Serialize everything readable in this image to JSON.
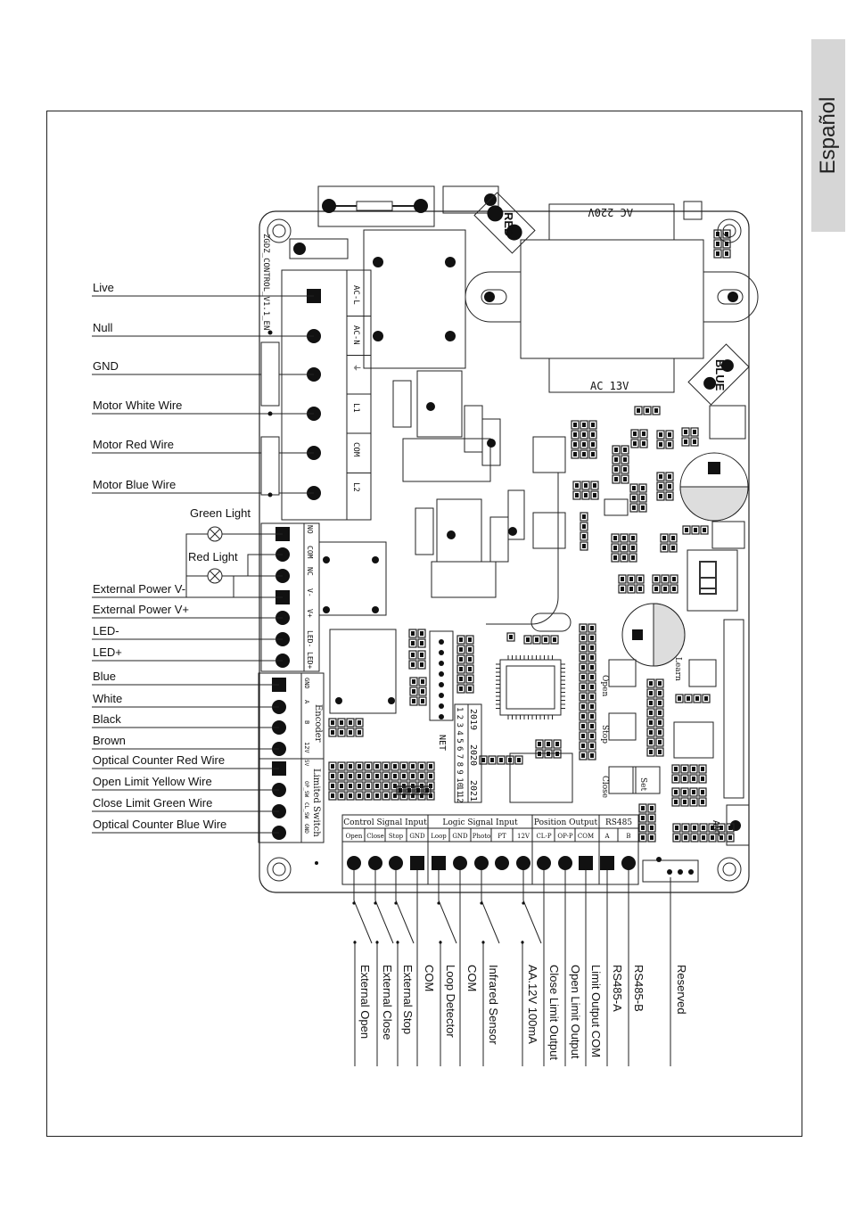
{
  "language_tab": "Español",
  "board": {
    "model": "ZGDZ_CONTROL_V1.1_EN",
    "transformer_primary": "AC 220V",
    "transformer_secondary": "AC 13V",
    "connector_red": "RED",
    "connector_blue": "BLUE",
    "ant": "ANT",
    "net": "NET"
  },
  "power_terminals": [
    "AC-L",
    "AC-N",
    "⏚",
    "L1",
    "COM",
    "L2"
  ],
  "light_terminals": [
    "NO",
    "COM",
    "NC",
    "V-",
    "V+",
    "LED-",
    "LED+"
  ],
  "encoder": {
    "title": "Encoder",
    "pins": [
      "GND",
      "A",
      "B",
      "12V"
    ]
  },
  "limit_switch": {
    "title": "Limited Switch",
    "pins": [
      "5V",
      "OP_SW",
      "CL_SW",
      "GND"
    ]
  },
  "dip": {
    "numbers": [
      "1",
      "2",
      "3",
      "4",
      "5",
      "6",
      "7",
      "8",
      "9",
      "10",
      "11",
      "12"
    ],
    "years": [
      "2019",
      "2020",
      "2021"
    ]
  },
  "buttons": [
    "Open",
    "Stop",
    "Close",
    "Learn",
    "Set"
  ],
  "left_labels": {
    "power": [
      "Live",
      "Null",
      "GND",
      "Motor White Wire",
      "Motor Red Wire",
      "Motor Blue Wire"
    ],
    "green_light": "Green Light",
    "red_light": "Red Light",
    "lights": [
      "External Power V-",
      "External Power V+",
      "LED-",
      "LED+"
    ],
    "encoder": [
      "Blue",
      "White",
      "Black",
      "Brown"
    ],
    "limit": [
      "Optical Counter Red Wire",
      "Open Limit Yellow Wire",
      "Close Limit Green Wire",
      "Optical Counter Blue Wire"
    ]
  },
  "bottom_groups": [
    {
      "title": "Control Signal Input",
      "pins": [
        "Open",
        "Close",
        "Stop",
        "GND"
      ]
    },
    {
      "title": "Logic Signal Input",
      "pins": [
        "Loop",
        "GND",
        "Photo",
        "PT",
        "12V"
      ]
    },
    {
      "title": "Position Output",
      "pins": [
        "CL-P",
        "OP-P",
        "COM"
      ]
    },
    {
      "title": "RS485",
      "pins": [
        "A",
        "B"
      ]
    }
  ],
  "bottom_labels": [
    "External Open",
    "External Close",
    "External Stop",
    "COM",
    "Loop Detector",
    "COM",
    "Infrared Sensor",
    "AA.12V 100mA",
    "Close Limit Output",
    "Open Limit Output",
    "Limit Output COM",
    "RS485-A",
    "RS485-B",
    "Reserved"
  ]
}
